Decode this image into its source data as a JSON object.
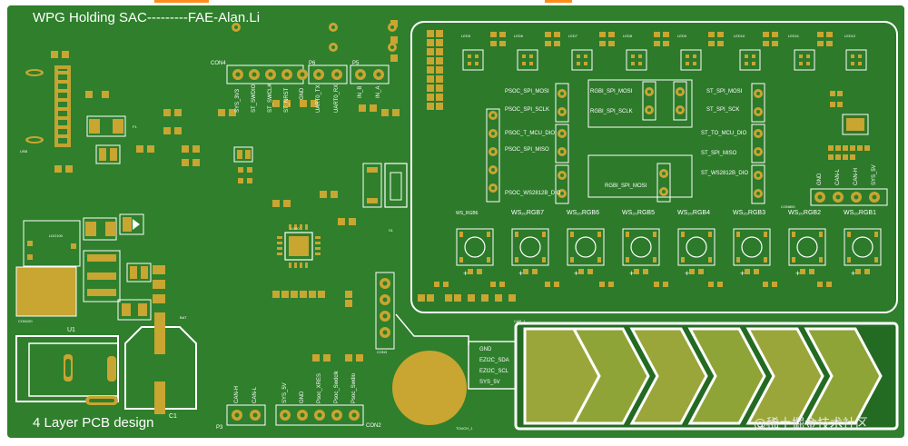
{
  "board": {
    "header_text": "WPG Holding SAC---------FAE-Alan.Li",
    "footer_text": "4 Layer PCB design",
    "watermark": "@稀土掘金技术社区",
    "colors": {
      "board": "#2f7f2c",
      "board_dark": "#236a22",
      "copper": "#c9a531",
      "silk": "#ffffff",
      "accent": "#ff8c1a"
    }
  },
  "left_header": {
    "ref": "CON4",
    "pins": [
      "SYS_3V3",
      "ST_SWDIO",
      "ST_SWCLK",
      "ST_NRST",
      "GND"
    ]
  },
  "uart_header": {
    "ref": "P6",
    "pins": [
      "UART0_TX",
      "UART0_RX"
    ]
  },
  "io_header": {
    "ref": "P5",
    "pins": [
      "IN_B",
      "IN_A"
    ]
  },
  "spi_labels": {
    "psoc": [
      "PSOC_SPI_MOSI",
      "PSOC_SPI_SCLK",
      "PSOC_T_MCU_DIO",
      "PSOC_SPI_MISO",
      "PSOC_WS2812B_DIO"
    ],
    "rgbi": [
      "RGBI_SPI_MOSI",
      "RGBI_SPI_SCLK"
    ],
    "rgbi_box": "RGBI_SPI_MOSI",
    "st": [
      "ST_SPI_MOSI",
      "ST_SPI_SCK",
      "ST_TO_MCU_DIO",
      "ST_SPI_MISO",
      "ST_WS2812B_DIO"
    ]
  },
  "right_header": {
    "pins": [
      "GND",
      "CAN-L",
      "CAN-H",
      "SYS_5V"
    ]
  },
  "led_row": [
    "LED5",
    "LED6",
    "LED7",
    "LED8",
    "LED9",
    "LED10",
    "LED11",
    "LED12"
  ],
  "rgb_labels": [
    "WS_RGB6",
    "WS₂₀RGB7",
    "WS₂₀RGB6",
    "WS₂₀RGB5",
    "WS₂₀RGB4",
    "WS₂₀RGB3",
    "WS₂₀RGB2",
    "WS₂₀RGB1"
  ],
  "i2c_box": [
    "GND",
    "EZI2C_SDA",
    "EZI2C_SCL",
    "SYS_5V"
  ],
  "bottom_header_left": {
    "ref": "P3",
    "pins": [
      "CAN-H",
      "CAN-L"
    ]
  },
  "bottom_header_mid": {
    "ref": "CON2",
    "pins": [
      "SYS_5V",
      "GND",
      "Psoc_XRES",
      "Psoc_Swdclk",
      "Psoc_Swdio"
    ]
  },
  "refs": {
    "u1": "U1",
    "c1": "C1",
    "con100": "CON100",
    "touch": "TOUCH_1",
    "cap1": "CAP_1",
    "u100": "U100",
    "f1": "F1",
    "usb": "USB",
    "con3": "CON3",
    "s1": "S1",
    "bat": "BAT",
    "ldo": "LDO100",
    "con800": "CON800"
  }
}
